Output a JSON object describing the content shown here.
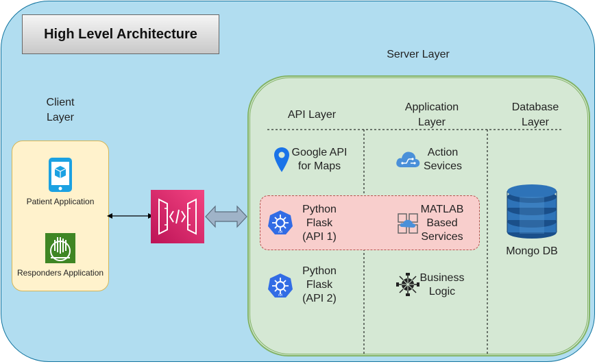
{
  "title": "High Level Architecture",
  "client_layer": {
    "title": "Client\nLayer",
    "apps": [
      {
        "label": "Patient Application",
        "icon": "mobile-app-icon"
      },
      {
        "label": "Responders Application",
        "icon": "responder-app-icon"
      }
    ]
  },
  "gateway": {
    "icon": "api-gateway-icon"
  },
  "server_layer": {
    "title": "Server Layer",
    "columns": [
      {
        "title": "API Layer"
      },
      {
        "title": "Application\nLayer"
      },
      {
        "title": "Database\nLayer"
      }
    ],
    "api_items": [
      {
        "label": "Google API\nfor Maps",
        "icon": "map-pin-icon"
      },
      {
        "label": "Python\nFlask\n(API 1)",
        "icon": "flask-api-icon"
      },
      {
        "label": "Python\nFlask\n(API 2)",
        "icon": "flask-api-icon"
      }
    ],
    "app_items": [
      {
        "label": "Action\nSevices",
        "icon": "cloud-service-icon"
      },
      {
        "label": "MATLAB\nBased\nServices",
        "icon": "matlab-service-icon"
      },
      {
        "label": "Business\nLogic",
        "icon": "business-logic-icon"
      }
    ],
    "db_items": [
      {
        "label": "Mongo DB",
        "icon": "database-icon"
      }
    ]
  },
  "colors": {
    "outer_fill": "#b1ddf0",
    "client_fill": "#fff2cc",
    "server_fill": "#d5e8d4",
    "highlight_fill": "#f8cecc",
    "gateway": "#e7157b",
    "mongo": "#2e73b8",
    "flask": "#326ce5"
  }
}
